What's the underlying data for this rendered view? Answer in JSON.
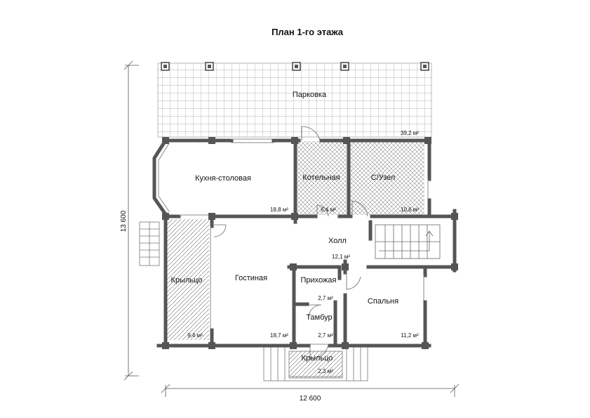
{
  "title": "План 1-го этажа",
  "dimensions": {
    "width": "12 600",
    "height": "13 600"
  },
  "rooms": {
    "parking": {
      "name": "Парковка",
      "area": "39,2 м²"
    },
    "kitchen": {
      "name": "Кухня-столовая",
      "area": "18,8 м²"
    },
    "boiler": {
      "name": "Котельная",
      "area": "6,4 м²"
    },
    "bathroom": {
      "name": "С/Узел",
      "area": "10,6 м²"
    },
    "hall": {
      "name": "Холл",
      "area": "12,1 м²"
    },
    "porch_left": {
      "name": "Крыльцо",
      "area": "9,4 м²"
    },
    "living": {
      "name": "Гостиная",
      "area": "18,7 м²"
    },
    "entry": {
      "name": "Прихожая",
      "area": "2,7 м²"
    },
    "vestibule": {
      "name": "Тамбур",
      "area": "2,7 м²"
    },
    "bedroom": {
      "name": "Спальня",
      "area": "11,2 м²"
    },
    "porch_bottom": {
      "name": "Крыльцо",
      "area": "2,3 м²"
    }
  },
  "colors": {
    "wall": "#555555",
    "line": "#777777",
    "text": "#111111"
  }
}
